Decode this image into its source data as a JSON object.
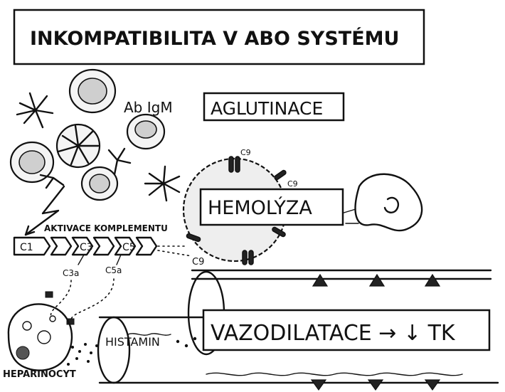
{
  "title": "INKOMPATIBILITA V ABO SYSTÉMU",
  "antibody_label": "Ab IgM",
  "labels": {
    "aglutinace": "AGLUTINACE",
    "hemolyza": "HEMOLÝZA",
    "aktivace": "AKTIVACE KOMPLEMENTU",
    "vazodilatace": "VAZODILATACE → ↓ TK",
    "histamin": "HISTAMIN",
    "heparinocyt": "HEPARINOCYT"
  },
  "complement": {
    "chain": [
      "C1",
      "C3",
      "C5"
    ],
    "fragments": [
      "C3a",
      "C5a"
    ],
    "membrane": "C9"
  }
}
